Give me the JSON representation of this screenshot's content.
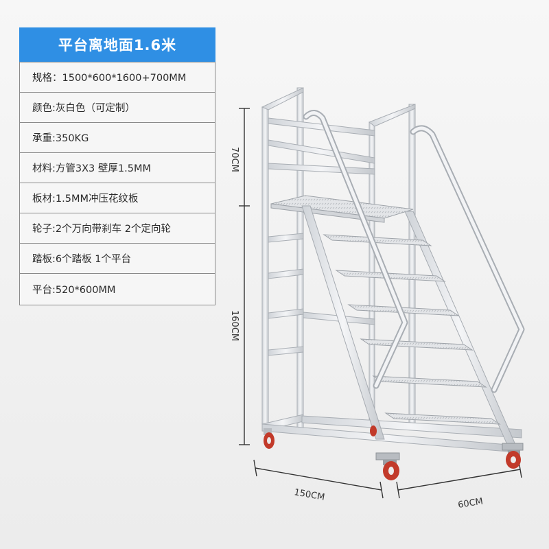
{
  "title": "平台离地面1.6米",
  "specs": [
    "规格：1500*600*1600+700MM",
    "颜色:灰白色（可定制）",
    "承重:350KG",
    "材料:方管3X3 壁厚1.5MM",
    "板材:1.5MM冲压花纹板",
    "轮子:2个万向带刹车 2个定向轮",
    "踏板:6个踏板 1个平台",
    "平台:520*600MM"
  ],
  "dimensions": {
    "upper_height": "70CM",
    "lower_height": "160CM",
    "length": "150CM",
    "width": "60CM"
  },
  "colors": {
    "title_bar": "#2f8fe4",
    "frame": "#e8eaed",
    "wheel": "#c23a2a"
  }
}
